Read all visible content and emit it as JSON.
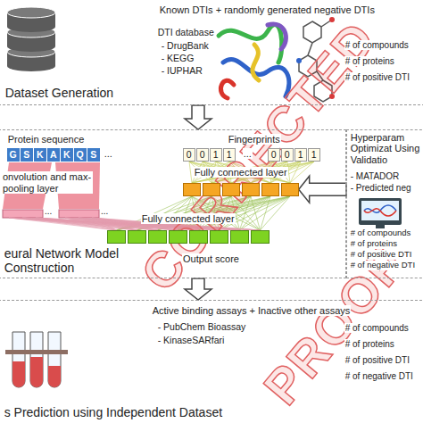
{
  "diagram": {
    "nodes": [
      {
        "text": [
          "Dataset Generation",
          "Known DTIs + randomly generated negative DTIs",
          "DTI database",
          "- DrugBank",
          "- KEGG",
          "- IUPHAR",
          "# of compounds",
          "# of proteins",
          "# of positive DTI"
        ]
      },
      {
        "text": [
          "eural Network Model Construction"
        ]
      },
      {
        "text": [
          "Protein sequence",
          "G",
          "S",
          "K",
          "A",
          "K",
          "Q",
          "S",
          "..."
        ],
        "in": 1
      },
      {
        "text": [
          "Fingerprints",
          "0",
          "0",
          "1",
          "1",
          "...",
          "0",
          "0",
          "1",
          "1"
        ],
        "in": 1
      },
      {
        "text": [
          "Fully connected layer"
        ],
        "in": 1
      },
      {
        "text": [
          "Fully connected layer"
        ],
        "in": 1
      },
      {
        "text": [
          "Hyperparam Optimizat Using Validatio",
          "- MATADOR",
          "- Predicted neg",
          "# of compounds",
          "# of proteins",
          "# of positive DTI",
          "# of negative DTI"
        ]
      },
      {
        "text": [
          "s Prediction using Independent Dataset",
          "Active binding assays + Inactive other assays",
          "- PubChem Bioassay",
          "- KinaseSARfari",
          "# of compounds",
          "# of proteins",
          "# of positive DTI",
          "# of negative DTI"
        ]
      }
    ],
    "edges": [
      {
        "from": 0,
        "to": 1,
        "arrow": "to"
      },
      {
        "from": 6,
        "to": 4,
        "arrow": "to"
      },
      {
        "from": 1,
        "to": 7,
        "arrow": "to"
      }
    ],
    "labels": [
      "CORRECTED",
      "PROOF",
      "onvolution and max-pooling layer",
      "...",
      "...",
      "Output score"
    ]
  }
}
